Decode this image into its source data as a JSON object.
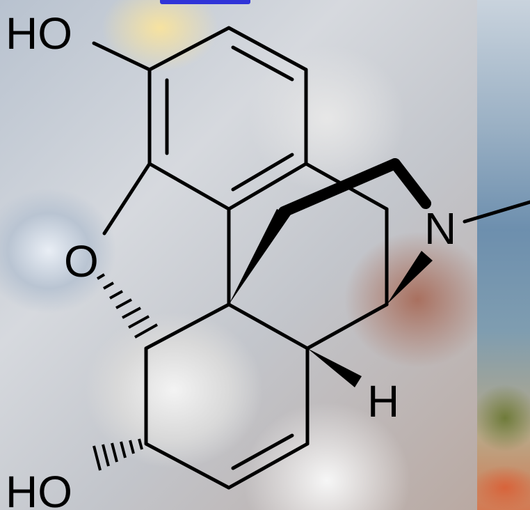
{
  "image": {
    "type": "chemical-structure-diagram",
    "atoms": [
      {
        "id": "atom-ho-top",
        "label": "HO"
      },
      {
        "id": "atom-o-ring",
        "label": "O"
      },
      {
        "id": "atom-n",
        "label": "N"
      },
      {
        "id": "atom-h",
        "label": "H"
      },
      {
        "id": "atom-ho-bottom",
        "label": "HO"
      }
    ]
  },
  "colors": {
    "bond": "#000000",
    "heading_fragment": "#2f33d8"
  }
}
